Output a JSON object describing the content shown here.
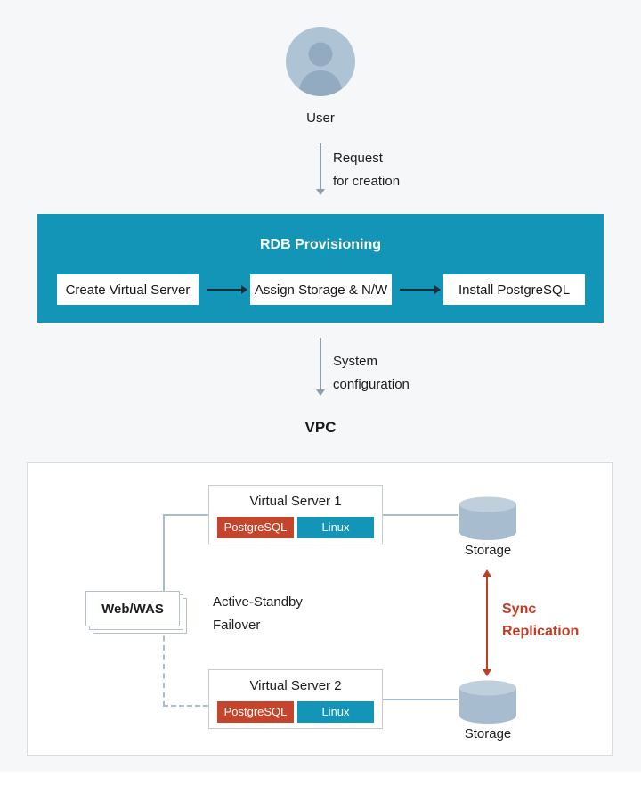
{
  "user": {
    "label": "User"
  },
  "request": {
    "line1": "Request",
    "line2": "for creation"
  },
  "provisioning": {
    "title": "RDB Provisioning",
    "steps": [
      "Create Virtual Server",
      "Assign Storage & N/W",
      "Install PostgreSQL"
    ]
  },
  "system": {
    "line1": "System",
    "line2": "configuration"
  },
  "vpc": {
    "title": "VPC",
    "server1": {
      "title": "Virtual Server 1",
      "badges": [
        "PostgreSQL",
        "Linux"
      ]
    },
    "server2": {
      "title": "Virtual Server 2",
      "badges": [
        "PostgreSQL",
        "Linux"
      ]
    },
    "webwas": {
      "label": "Web/WAS"
    },
    "failover": {
      "line1": "Active-Standby",
      "line2": "Failover"
    },
    "sync": {
      "line1": "Sync",
      "line2": "Replication"
    },
    "storage_top": {
      "label": "Storage"
    },
    "storage_bottom": {
      "label": "Storage"
    }
  },
  "colors": {
    "teal": "#1295b6",
    "badge_red": "#c5452c",
    "sync_red": "#c43b23",
    "storage_body": "#a7bccf",
    "storage_lid": "#bfcfdc",
    "avatar_circle": "#aec3d4",
    "avatar_silhouette": "#92abc0",
    "connector": "#a9bdca",
    "background": "#f6f7f8"
  }
}
